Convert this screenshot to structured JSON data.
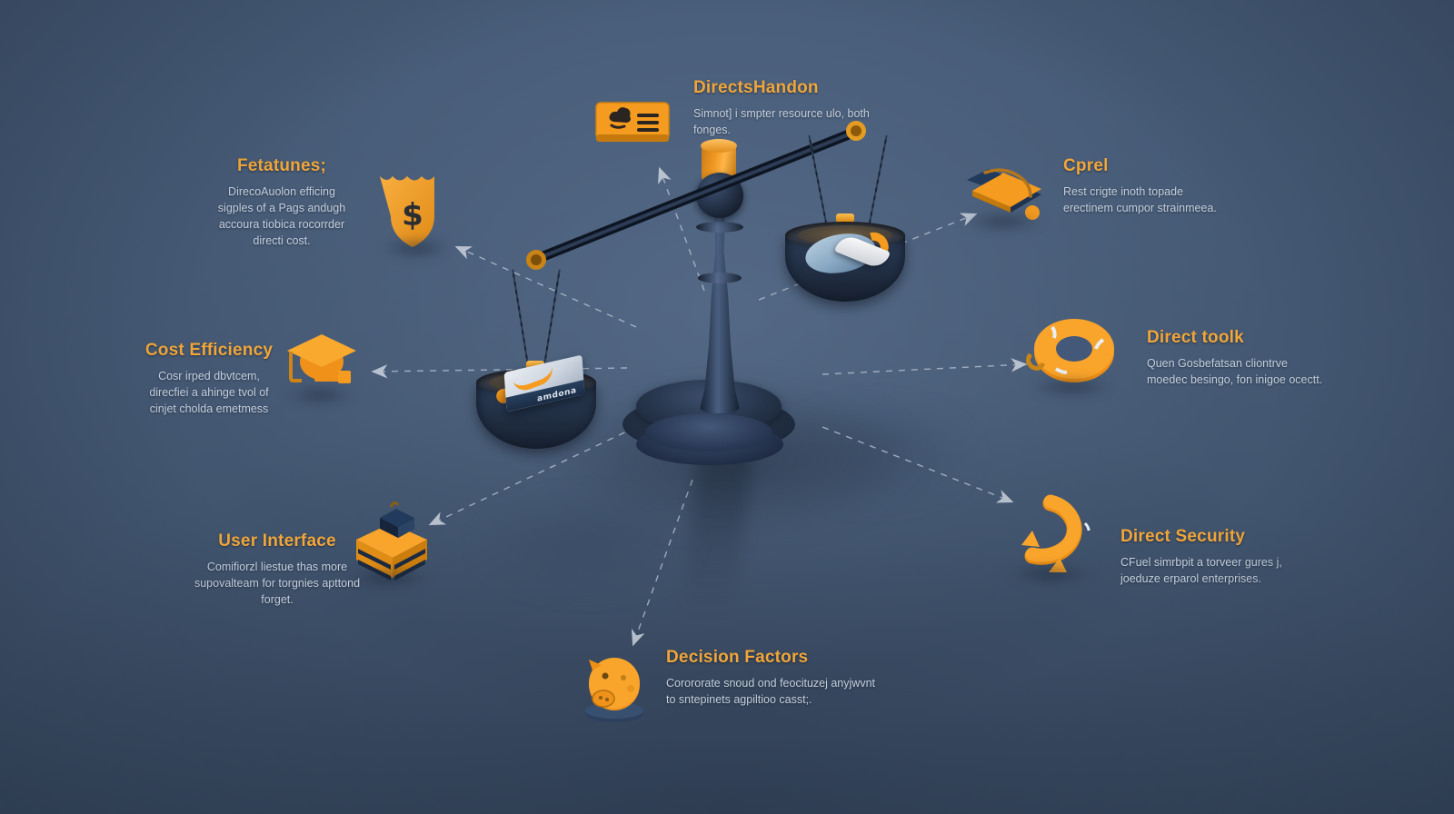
{
  "meta": {
    "background_color": "#435873",
    "accent_color": "#f0a63a",
    "icon_orange": "#f59b1f",
    "body_text_color": "#c5cfdd",
    "scale_dark": "#1b2639"
  },
  "center_graphic": {
    "name": "balance-scale",
    "description": "3D balance scale with two hanging pans",
    "left_pan_item_label": "amdona",
    "pedestal_tiers": 4
  },
  "nodes": [
    {
      "id": "direct-handon",
      "title": "DirectsHandon",
      "body": "Simnot] i smpter resource ulo, both fonges.",
      "icon": "cloud-card-icon",
      "align": "left"
    },
    {
      "id": "features",
      "title": "Fetatunes;",
      "body": "DirecoAuolon efficing sigples of a Pags  andugh accoura tiobica rocorrder directi cost.",
      "icon": "shield-dollar-icon",
      "align": "center"
    },
    {
      "id": "cprel",
      "title": "Cprel",
      "body": "Rest crigte inoth topade erectinem cumpor strainmeea.",
      "icon": "laptop-icon",
      "align": "left"
    },
    {
      "id": "cost-efficiency",
      "title": "Cost Efficiency",
      "body": "Cosr irped dbvtcem, direcfiei a ahinge tvol of cinjet cholda emetmess",
      "icon": "graduation-cap-icon",
      "align": "center"
    },
    {
      "id": "direct-toolk",
      "title": "Direct toolk",
      "body": "Quen Gosbefatsan cliontrve moedec besingo, fon inigoe ocectt.",
      "icon": "life-ring-icon",
      "align": "left"
    },
    {
      "id": "user-interface",
      "title": "User Interface",
      "body": "Comifiorzl liestue thas more supovalteam for torgnies apttond forget.",
      "icon": "server-stack-icon",
      "align": "center"
    },
    {
      "id": "direct-security",
      "title": "Direct Security",
      "body": "CFuel simrbpit a torveer gures j, joeduze erparol enterprises.",
      "icon": "refresh-cycle-icon",
      "align": "left"
    },
    {
      "id": "decision-factors",
      "title": "Decision Factors",
      "body": "Corororate snoud ond feocituzej anyjwvnt to sntepinets agpiltioo casst;.",
      "icon": "piggy-bank-icon",
      "align": "left"
    }
  ]
}
